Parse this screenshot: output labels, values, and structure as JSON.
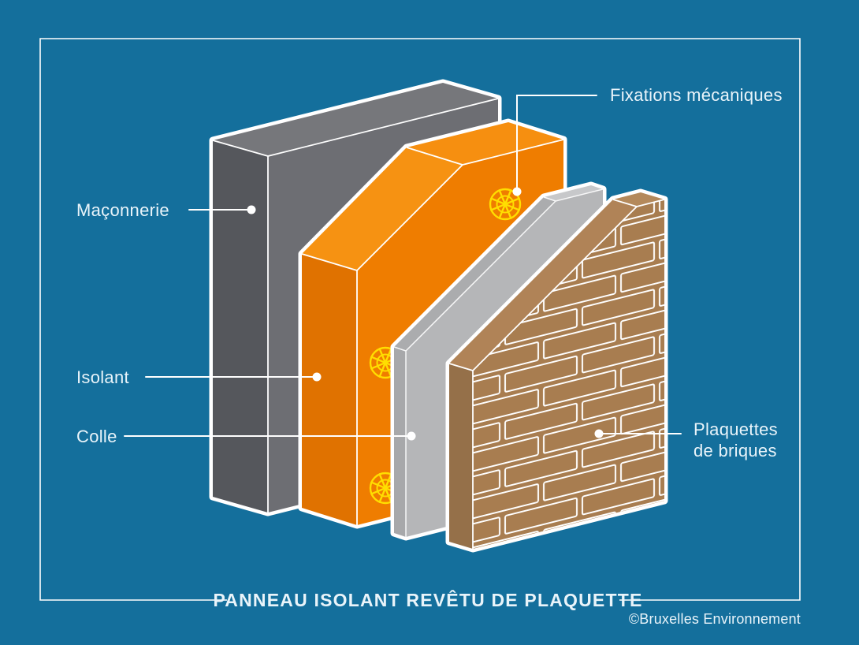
{
  "diagram": {
    "title_context": "Insulation wall build-up cutaway",
    "labels": {
      "masonry": "Maçonnerie",
      "insulation": "Isolant",
      "glue": "Colle",
      "fixations": "Fixations mécaniques",
      "cladding_line1": "Plaquettes",
      "cladding_line2": "de briques"
    },
    "layers": [
      {
        "id": "masonry",
        "label": "Maçonnerie"
      },
      {
        "id": "insulation",
        "label": "Isolant"
      },
      {
        "id": "glue",
        "label": "Colle"
      },
      {
        "id": "brick-slips",
        "label": "Plaquettes de briques"
      }
    ],
    "fixation_count": 3
  },
  "footer": {
    "title": "PANNEAU ISOLANT REVÊTU DE PLAQUETTE",
    "credit": "©Bruxelles Environnement"
  },
  "colors": {
    "background": "#146F9C",
    "line": "#FFFFFF",
    "text": "#E9F4FA",
    "masonry_front": "#6D6E73",
    "masonry_side": "#55575C",
    "masonry_top": "#76777B",
    "insulation_front": "#EF7D00",
    "insulation_side": "#E07200",
    "insulation_top": "#F68F10",
    "insulation_chamfer": "#F69212",
    "glue_front": "#B5B6B8",
    "glue_side": "#A7A8AA",
    "glue_top": "#C7C8CA",
    "glue_chamfer": "#ABACAE",
    "brick_front": "#A87D50",
    "brick_side": "#957049",
    "brick_top": "#B4895B",
    "brick_chamfer": "#B08357",
    "fixation": "#FFDE00"
  }
}
